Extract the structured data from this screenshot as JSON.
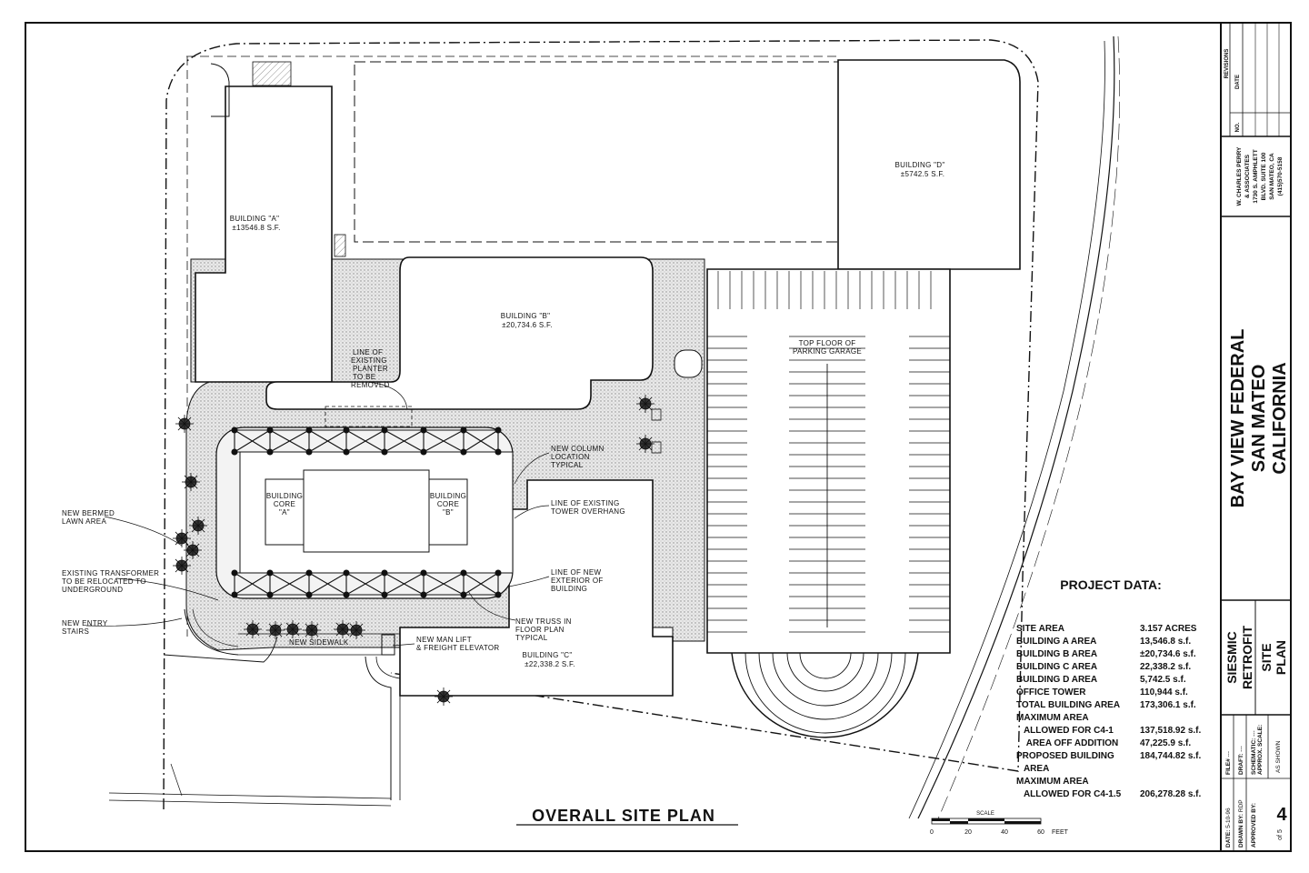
{
  "drawing_title": "OVERALL SITE PLAN",
  "buildings": {
    "a": {
      "name": "BUILDING \"A\"",
      "area": "±13546.8  S.F."
    },
    "b": {
      "name": "BUILDING \"B\"",
      "area": "±20,734.6  S.F."
    },
    "c": {
      "name": "BUILDING \"C\"",
      "area": "±22,338.2  S.F."
    },
    "d": {
      "name": "BUILDING \"D\"",
      "area": "±5742.5  S.F."
    },
    "core_a": [
      "BUILDING",
      "CORE",
      "\"A\""
    ],
    "core_b": [
      "BUILDING",
      "CORE",
      "\"B\""
    ],
    "garage": [
      "TOP FLOOR OF",
      "PARKING GARAGE"
    ]
  },
  "notes": {
    "planter": [
      "LINE OF",
      "EXISTING",
      "PLANTER",
      "TO BE",
      "REMOVED"
    ],
    "column": [
      "NEW COLUMN",
      "LOCATION",
      "TYPICAL"
    ],
    "overhang": [
      "LINE OF EXISTING",
      "TOWER OVERHANG"
    ],
    "exterior": [
      "LINE OF NEW",
      "EXTERIOR OF",
      "BUILDING"
    ],
    "truss": [
      "NEW TRUSS IN",
      "FLOOR PLAN",
      "TYPICAL"
    ],
    "lawn": [
      "NEW BERMED",
      "LAWN AREA"
    ],
    "transformer": [
      "EXISTING TRANSFORMER",
      "TO BE RELOCATED TO",
      "UNDERGROUND"
    ],
    "stairs": [
      "NEW ENTRY",
      "STAIRS"
    ],
    "sidewalk": "NEW SIDEWALK",
    "lift": [
      "NEW MAN LIFT",
      "& FREIGHT ELEVATOR"
    ]
  },
  "project_data": {
    "heading": "PROJECT DATA:",
    "rows": [
      {
        "label": "SITE AREA",
        "value": "3.157 ACRES"
      },
      {
        "label": "BUILDING A AREA",
        "value": "13,546.8 s.f."
      },
      {
        "label": "BUILDING B AREA",
        "value": "±20,734.6 s.f."
      },
      {
        "label": "BUILDING C AREA",
        "value": "22,338.2 s.f."
      },
      {
        "label": "BUILDING D AREA",
        "value": "5,742.5 s.f."
      },
      {
        "label": "OFFICE TOWER",
        "value": "110,944 s.f."
      },
      {
        "label": "TOTAL BUILDING AREA",
        "value": "173,306.1 s.f."
      },
      {
        "label": "MAXIMUM AREA",
        "value": ""
      },
      {
        "label": "   ALLOWED FOR C4-1",
        "value": "137,518.92 s.f."
      },
      {
        "label": "    AREA OFF ADDITION",
        "value": "47,225.9 s.f."
      },
      {
        "label": "PROPOSED BUILDING",
        "value": "184,744.82 s.f."
      },
      {
        "label": "   AREA",
        "value": ""
      },
      {
        "label": "MAXIMUM AREA",
        "value": ""
      },
      {
        "label": "   ALLOWED FOR C4-1.5",
        "value": "206,278.28 s.f."
      }
    ]
  },
  "scale_bar": {
    "title": "SCALE",
    "ticks": [
      "0",
      "20",
      "40",
      "60"
    ],
    "unit": "FEET"
  },
  "title_block": {
    "revisions": "REVISIONS",
    "no": "NO.",
    "date": "DATE",
    "firm": [
      "W. CHARLES PERRY",
      "& ASSOCIATES",
      "1730 S. AMPHLETT",
      "BLVD. SUITE 100",
      "SAN MATEO, CA",
      "(415)570-5158"
    ],
    "project": [
      "BAY VIEW FEDERAL",
      "SAN MATEO",
      "CALIFORNIA"
    ],
    "phase": [
      "SIESMIC",
      "RETROFIT"
    ],
    "sheet_title": [
      "SITE",
      "PLAN"
    ],
    "fields": [
      {
        "label": "DATE:",
        "value": "5-10-96"
      },
      {
        "label": "FILE#",
        "value": "---"
      },
      {
        "label": "DRAWN BY:",
        "value": "RDP"
      },
      {
        "label": "DRAFT:",
        "value": "---"
      },
      {
        "label": "APPROVED BY:",
        "value": ""
      },
      {
        "label": "SCHEMATIC:",
        "value": "---"
      },
      {
        "label": "APPROX. SCALE:",
        "value": "AS SHOWN"
      }
    ],
    "sheet_number": "4",
    "sheet_of": "of 5"
  }
}
